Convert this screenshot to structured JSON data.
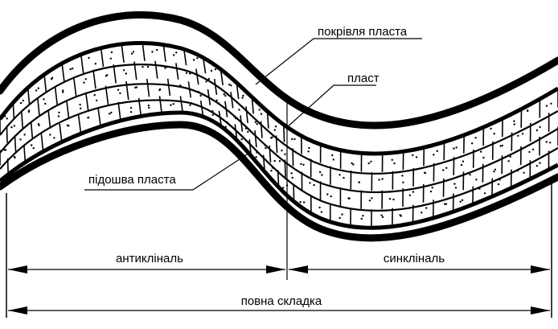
{
  "labels": {
    "roof": "покрівля пласта",
    "layer": "пласт",
    "sole": "підошва пласта",
    "anticline": "антикліналь",
    "syncline": "синкліналь",
    "full_fold": "повна складка"
  },
  "colors": {
    "ink": "#000000",
    "brick": "#ffffff",
    "background": "#ffffff"
  }
}
